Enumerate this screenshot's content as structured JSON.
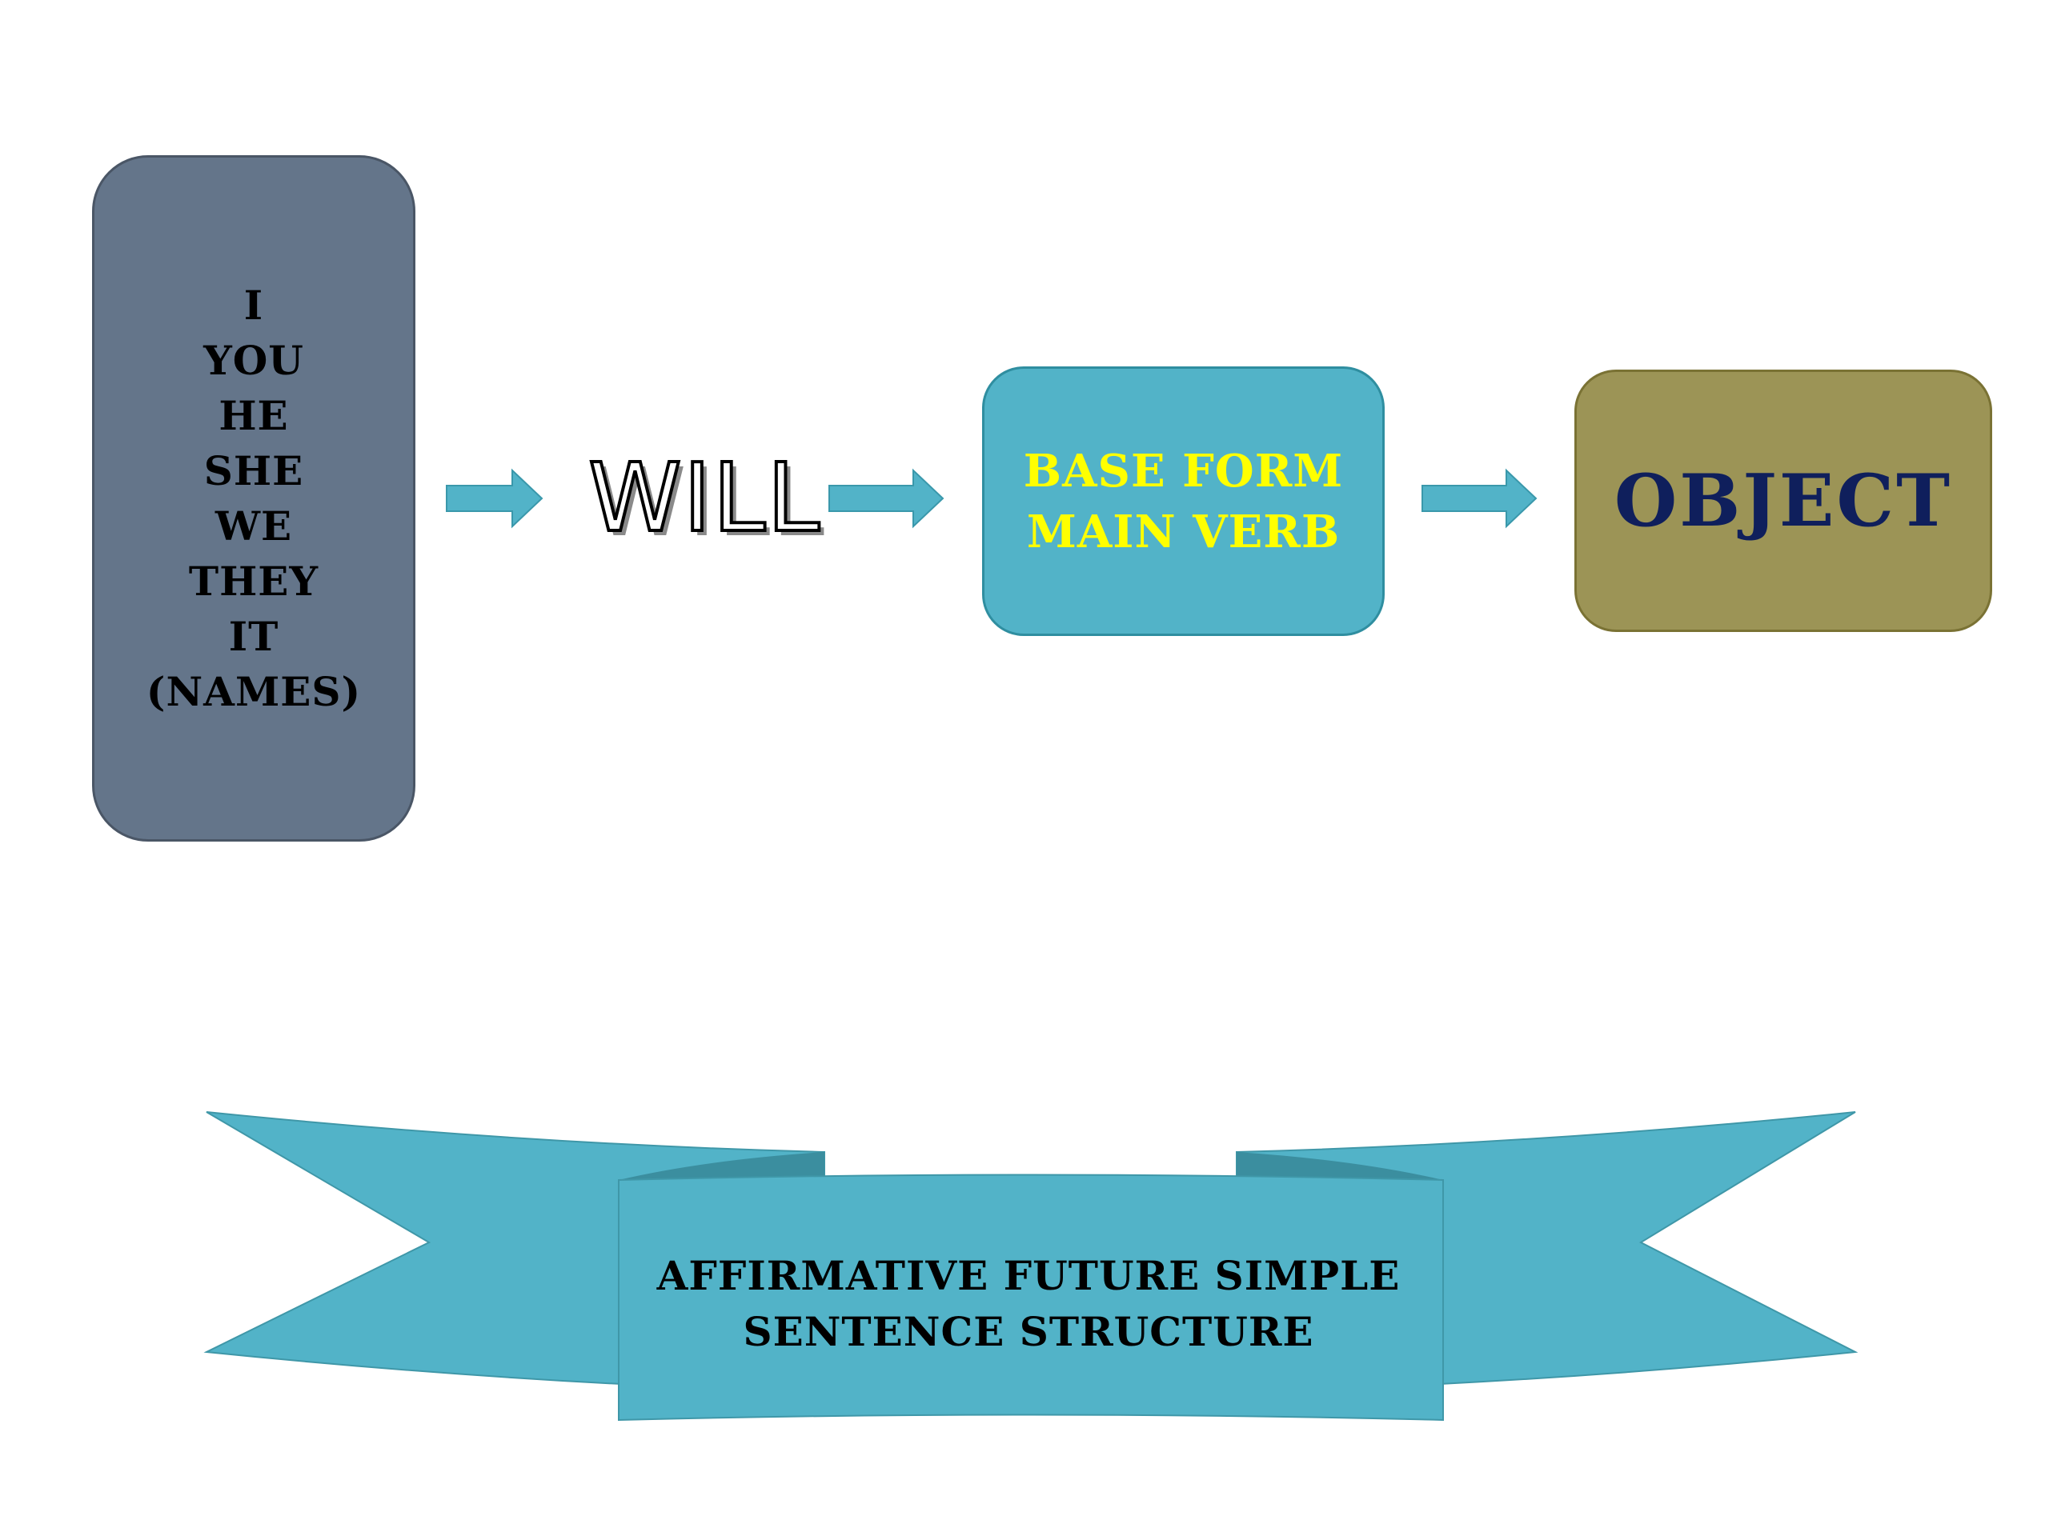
{
  "subjects": {
    "items": [
      "I",
      "YOU",
      "HE",
      "SHE",
      "WE",
      "THEY",
      "IT",
      "(NAMES)"
    ]
  },
  "will": {
    "label": "WILL"
  },
  "verb": {
    "lines": [
      "BASE FORM",
      "MAIN VERB"
    ]
  },
  "object": {
    "label": "OBJECT"
  },
  "banner": {
    "lines": [
      "AFFIRMATIVE FUTURE SIMPLE",
      "SENTENCE STRUCTURE"
    ]
  },
  "colors": {
    "subjects_box": "#64758a",
    "verb_box": "#52b3c8",
    "verb_text": "#ffff00",
    "object_box": "#9c9456",
    "object_text": "#0f1f5c",
    "arrow": "#52b3c8",
    "banner": "#52b3c8",
    "banner_fold": "#3b8e9f"
  },
  "icons": [
    "arrow-right-icon"
  ]
}
